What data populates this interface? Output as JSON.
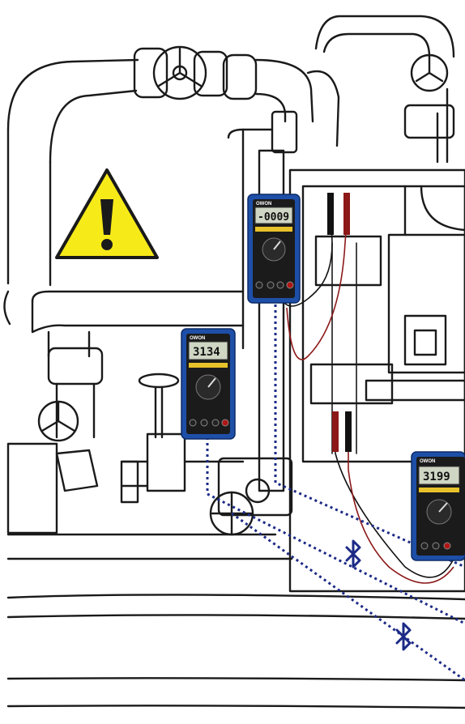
{
  "meters": [
    {
      "id": "meter-top",
      "brand": "OWON",
      "reading": "-0009"
    },
    {
      "id": "meter-mid",
      "brand": "OWON",
      "reading": "3134"
    },
    {
      "id": "meter-right",
      "brand": "OWON",
      "reading": "3199"
    }
  ],
  "colors": {
    "warning_fill": "#f7ea19",
    "warning_stroke": "#1a1a1a",
    "meter_blue": "#1e4fa8",
    "bluetooth_link": "#1c2a86",
    "probe_red": "#8c1818"
  },
  "icons": [
    "warning-icon",
    "bluetooth-icon",
    "bluetooth-icon"
  ]
}
